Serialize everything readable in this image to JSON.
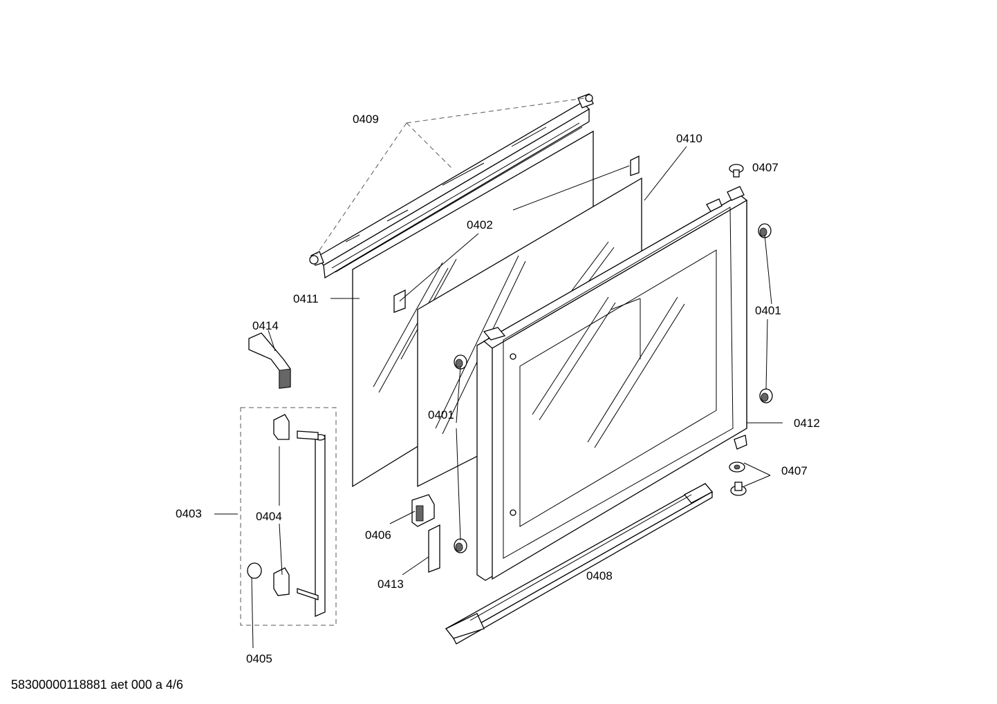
{
  "labels": {
    "p0409": "0409",
    "p0410": "0410",
    "p0407_top": "0407",
    "p0402": "0402",
    "p0411": "0411",
    "p0414": "0414",
    "p0401_right": "0401",
    "p0401_left": "0401",
    "p0412": "0412",
    "p0407_bottom": "0407",
    "p0403": "0403",
    "p0404": "0404",
    "p0406": "0406",
    "p0413": "0413",
    "p0408": "0408",
    "p0405": "0405"
  },
  "footer": "58300000118881 aet 000 a 4/6"
}
